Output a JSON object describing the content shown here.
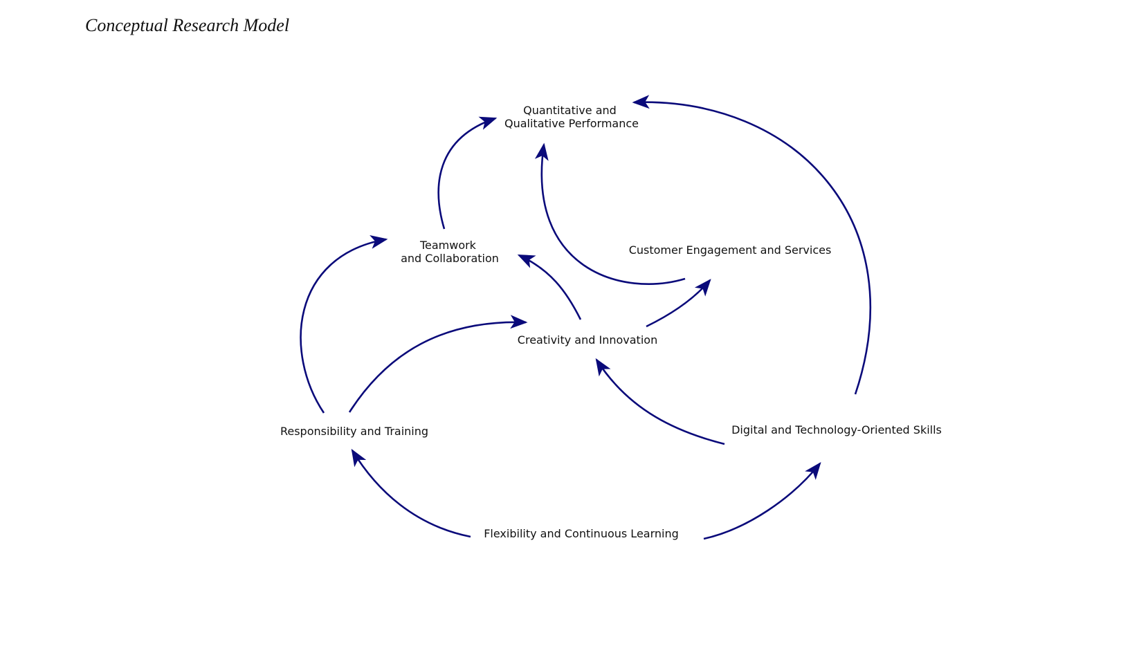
{
  "figure": {
    "title": "Conceptual Research Model"
  },
  "diagram": {
    "arrow_color": "#0a0a7a",
    "text_color": "#111111",
    "nodes": {
      "performance": [
        "Quantitative and",
        "Qualitative Performance"
      ],
      "teamwork": [
        "Teamwork",
        "and Collaboration"
      ],
      "customer": [
        "Customer Engagement and Services"
      ],
      "creativity": [
        "Creativity and Innovation"
      ],
      "responsibility": [
        "Responsibility and Training"
      ],
      "digital": [
        "Digital and Technology-Oriented Skills"
      ],
      "flexibility": [
        "Flexibility and Continuous Learning"
      ]
    },
    "edges": [
      {
        "from": "Teamwork and Collaboration",
        "to": "Quantitative and Qualitative Performance"
      },
      {
        "from": "Customer Engagement and Services",
        "to": "Quantitative and Qualitative Performance"
      },
      {
        "from": "Digital and Technology-Oriented Skills",
        "to": "Quantitative and Qualitative Performance"
      },
      {
        "from": "Responsibility and Training",
        "to": "Teamwork and Collaboration"
      },
      {
        "from": "Creativity and Innovation",
        "to": "Teamwork and Collaboration"
      },
      {
        "from": "Creativity and Innovation",
        "to": "Customer Engagement and Services"
      },
      {
        "from": "Responsibility and Training",
        "to": "Creativity and Innovation"
      },
      {
        "from": "Digital and Technology-Oriented Skills",
        "to": "Creativity and Innovation"
      },
      {
        "from": "Flexibility and Continuous Learning",
        "to": "Responsibility and Training"
      },
      {
        "from": "Flexibility and Continuous Learning",
        "to": "Digital and Technology-Oriented Skills"
      }
    ]
  }
}
